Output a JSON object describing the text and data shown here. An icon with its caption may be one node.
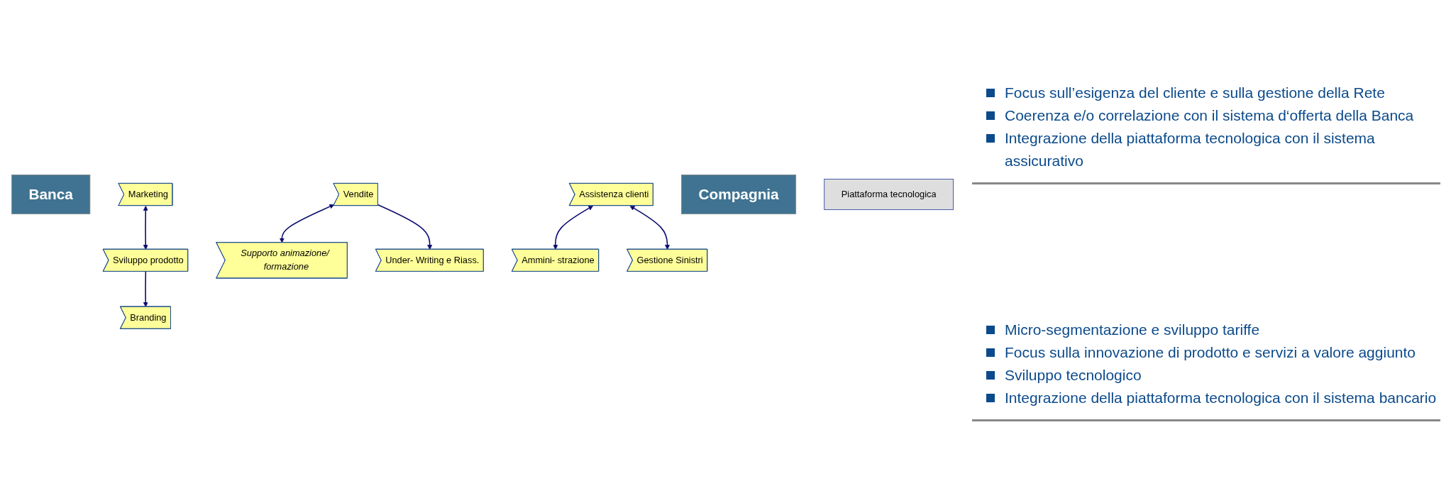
{
  "diagram": {
    "nodes": [
      {
        "text": [
          "Banca"
        ]
      },
      {
        "text": [
          "Marketing"
        ]
      },
      {
        "text": [
          "Branding"
        ]
      },
      {
        "text": [
          "Vendite"
        ]
      },
      {
        "text": [
          "Assistenza clienti"
        ]
      },
      {
        "text": [
          "Compagnia"
        ]
      },
      {
        "text": [
          "Sviluppo prodotto"
        ]
      },
      {
        "text": [
          "Supporto animazione/ formazione"
        ]
      },
      {
        "text": [
          "Under- Writing e Riass."
        ]
      },
      {
        "text": [
          "Ammini- strazione"
        ]
      },
      {
        "text": [
          "Gestione Sinistri"
        ]
      },
      {
        "text": [
          "Piattaforma tecnologica"
        ]
      }
    ],
    "edges": [
      {
        "from": 1,
        "to": 6,
        "arrow": "both"
      },
      {
        "from": 6,
        "to": 2,
        "arrow": "to"
      },
      {
        "from": 3,
        "to": 7,
        "arrow": "both"
      },
      {
        "from": 3,
        "to": 8,
        "arrow": "to"
      },
      {
        "from": 4,
        "to": 9,
        "arrow": "both"
      },
      {
        "from": 4,
        "to": 10,
        "arrow": "both"
      }
    ],
    "labels": [
      "Focus sull’esigenza del cliente e sulla gestione della Rete",
      "Coerenza e/o correlazione con il sistema d‘offerta della Banca",
      "Integrazione della piattaforma tecnologica con il sistema assicurativo",
      "Micro-segmentazione e sviluppo tariffe",
      "Focus sulla innovazione di prodotto e servizi a valore aggiunto",
      "Sviluppo tecnologico",
      "Integrazione della piattaforma tecnologica con il sistema bancario"
    ]
  }
}
